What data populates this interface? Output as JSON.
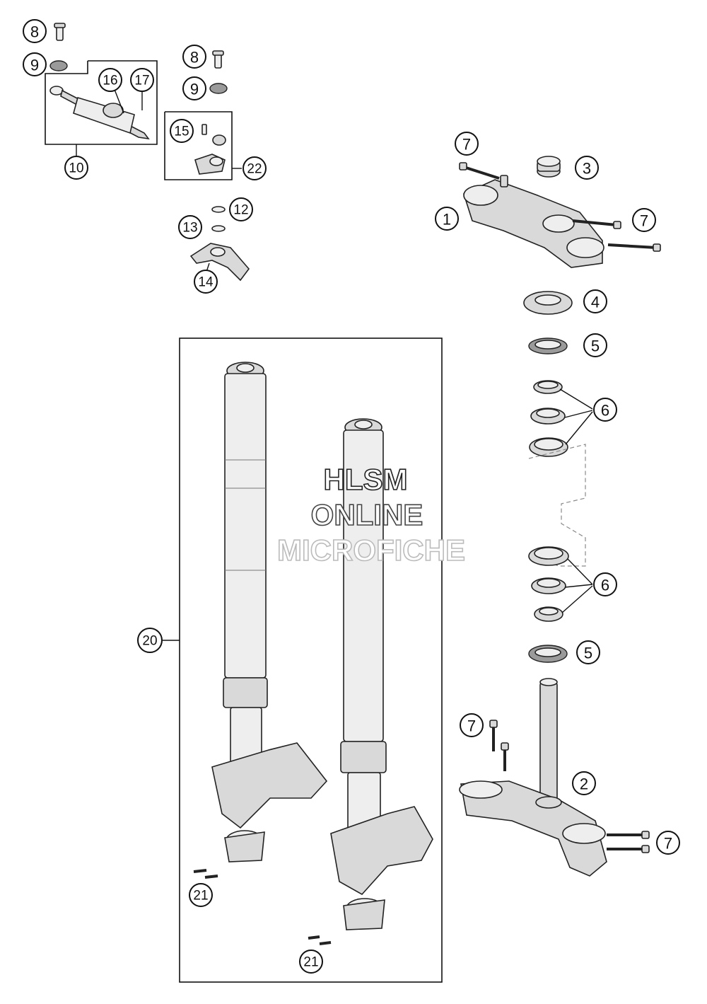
{
  "callouts": [
    {
      "id": "c1",
      "label": "1"
    },
    {
      "id": "c2",
      "label": "2"
    },
    {
      "id": "c3",
      "label": "3"
    },
    {
      "id": "c4",
      "label": "4"
    },
    {
      "id": "c5a",
      "label": "5"
    },
    {
      "id": "c5b",
      "label": "5"
    },
    {
      "id": "c6a",
      "label": "6"
    },
    {
      "id": "c6b",
      "label": "6"
    },
    {
      "id": "c7a",
      "label": "7"
    },
    {
      "id": "c7b",
      "label": "7"
    },
    {
      "id": "c7c",
      "label": "7"
    },
    {
      "id": "c7d",
      "label": "7"
    },
    {
      "id": "c8a",
      "label": "8"
    },
    {
      "id": "c8b",
      "label": "8"
    },
    {
      "id": "c9a",
      "label": "9"
    },
    {
      "id": "c9b",
      "label": "9"
    },
    {
      "id": "c10",
      "label": "10"
    },
    {
      "id": "c12",
      "label": "12"
    },
    {
      "id": "c13",
      "label": "13"
    },
    {
      "id": "c14",
      "label": "14"
    },
    {
      "id": "c15",
      "label": "15"
    },
    {
      "id": "c16",
      "label": "16"
    },
    {
      "id": "c17",
      "label": "17"
    },
    {
      "id": "c20",
      "label": "20"
    },
    {
      "id": "c21a",
      "label": "21"
    },
    {
      "id": "c21b",
      "label": "21"
    },
    {
      "id": "c22",
      "label": "22"
    }
  ],
  "watermark": {
    "line1": "HLSM",
    "line2": "ONLINE",
    "line3": "MICROFICHE",
    "colors": {
      "line1": "#222222",
      "line2": "#444444",
      "line3": "#bbbbbb"
    }
  }
}
